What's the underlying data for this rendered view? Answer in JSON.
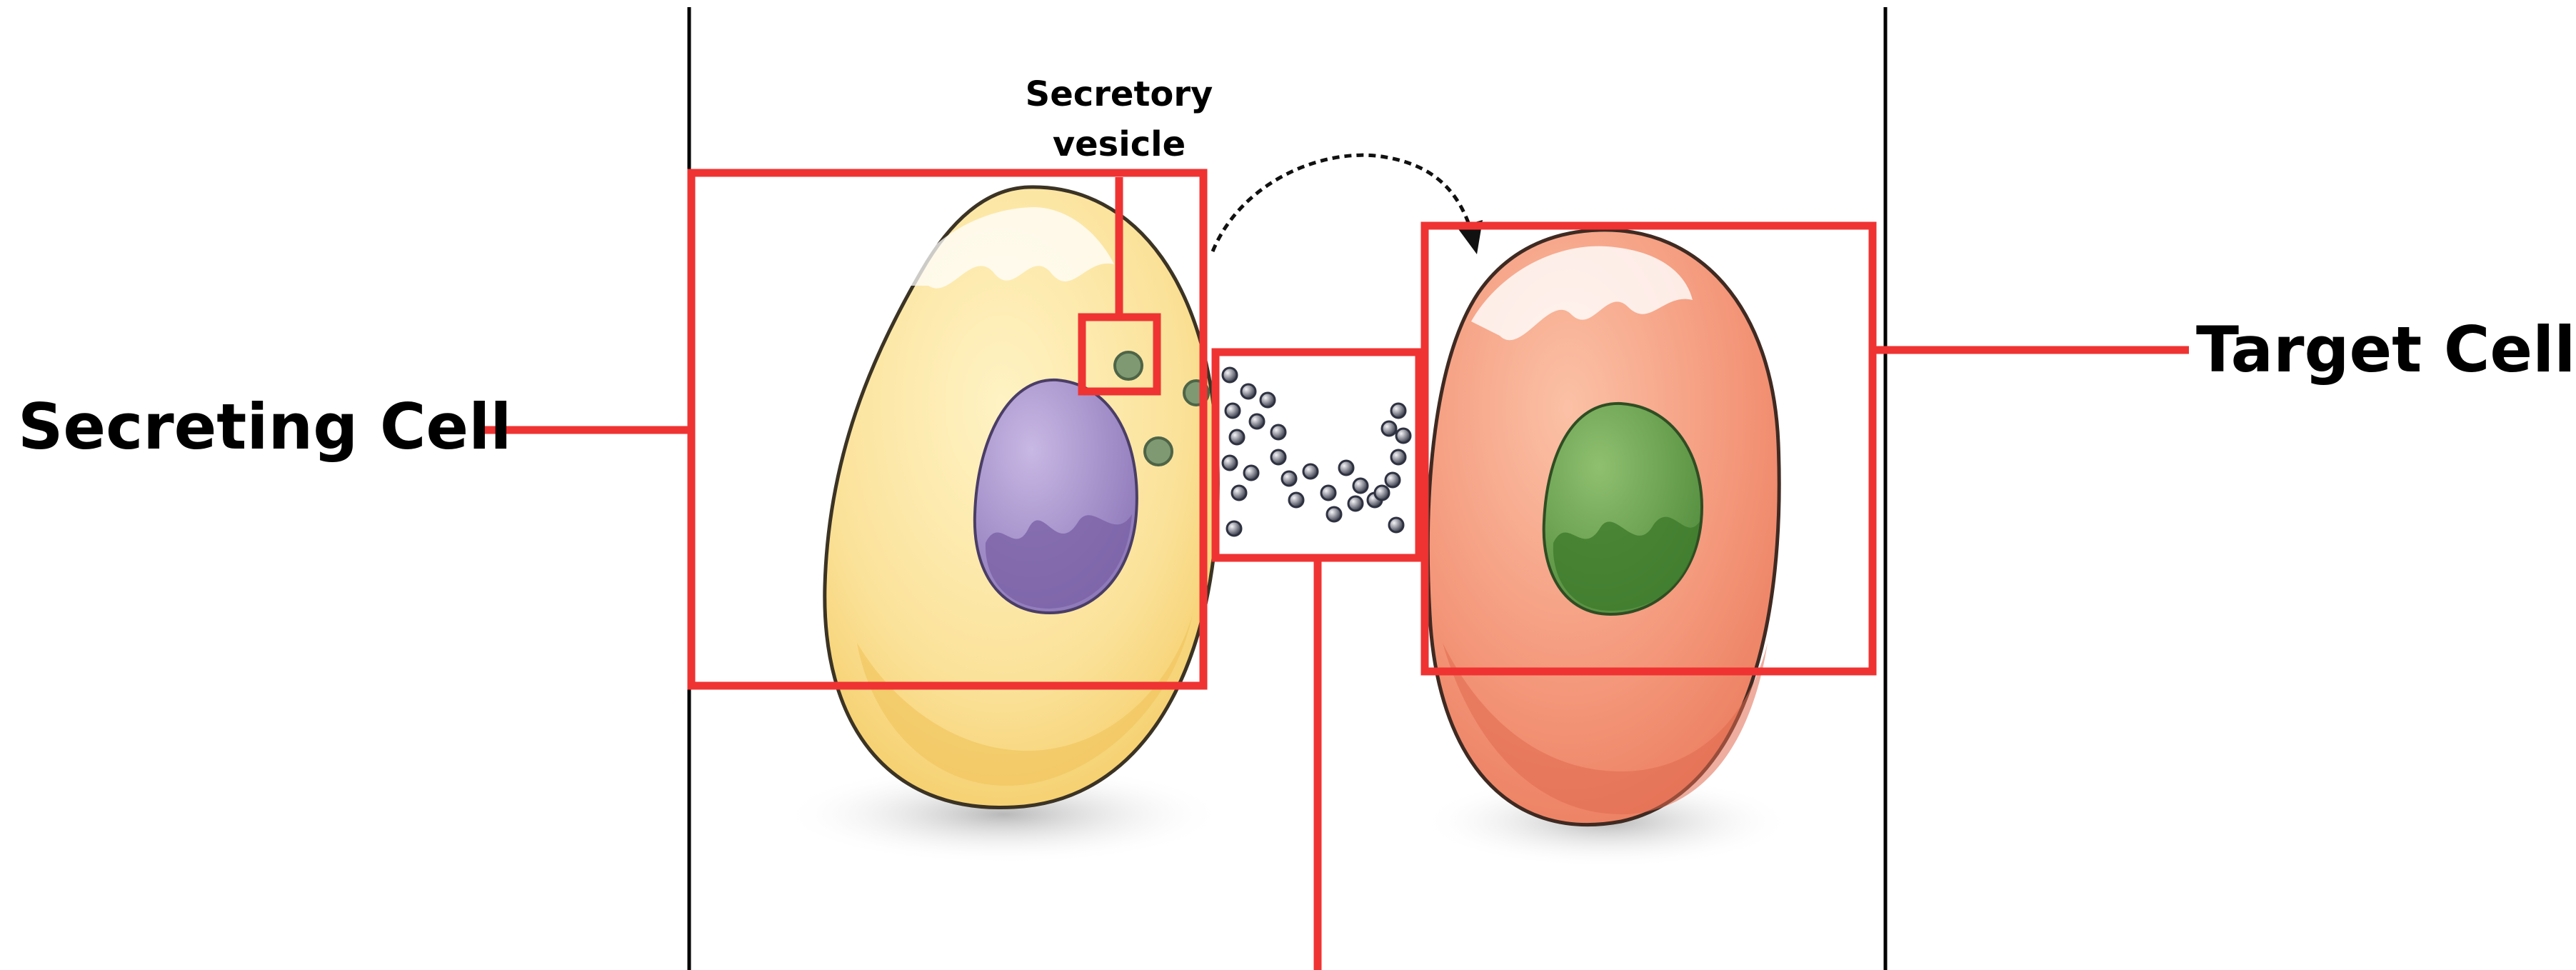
{
  "labels": {
    "secreting_cell": "Secreting Cell",
    "target_cell": "Target Cell",
    "secretory_vesicle_line1": "Secretory",
    "secretory_vesicle_line2": "vesicle"
  },
  "colors": {
    "callout": "#ef3333",
    "secreting_cell_fill": "#fbe29a",
    "secreting_nucleus_fill": "#9b86c2",
    "vesicle_fill": "#7f9a72",
    "target_cell_fill": "#f4977a",
    "target_nucleus_fill": "#5f9a48",
    "signal_molecule": "#2e3140"
  }
}
